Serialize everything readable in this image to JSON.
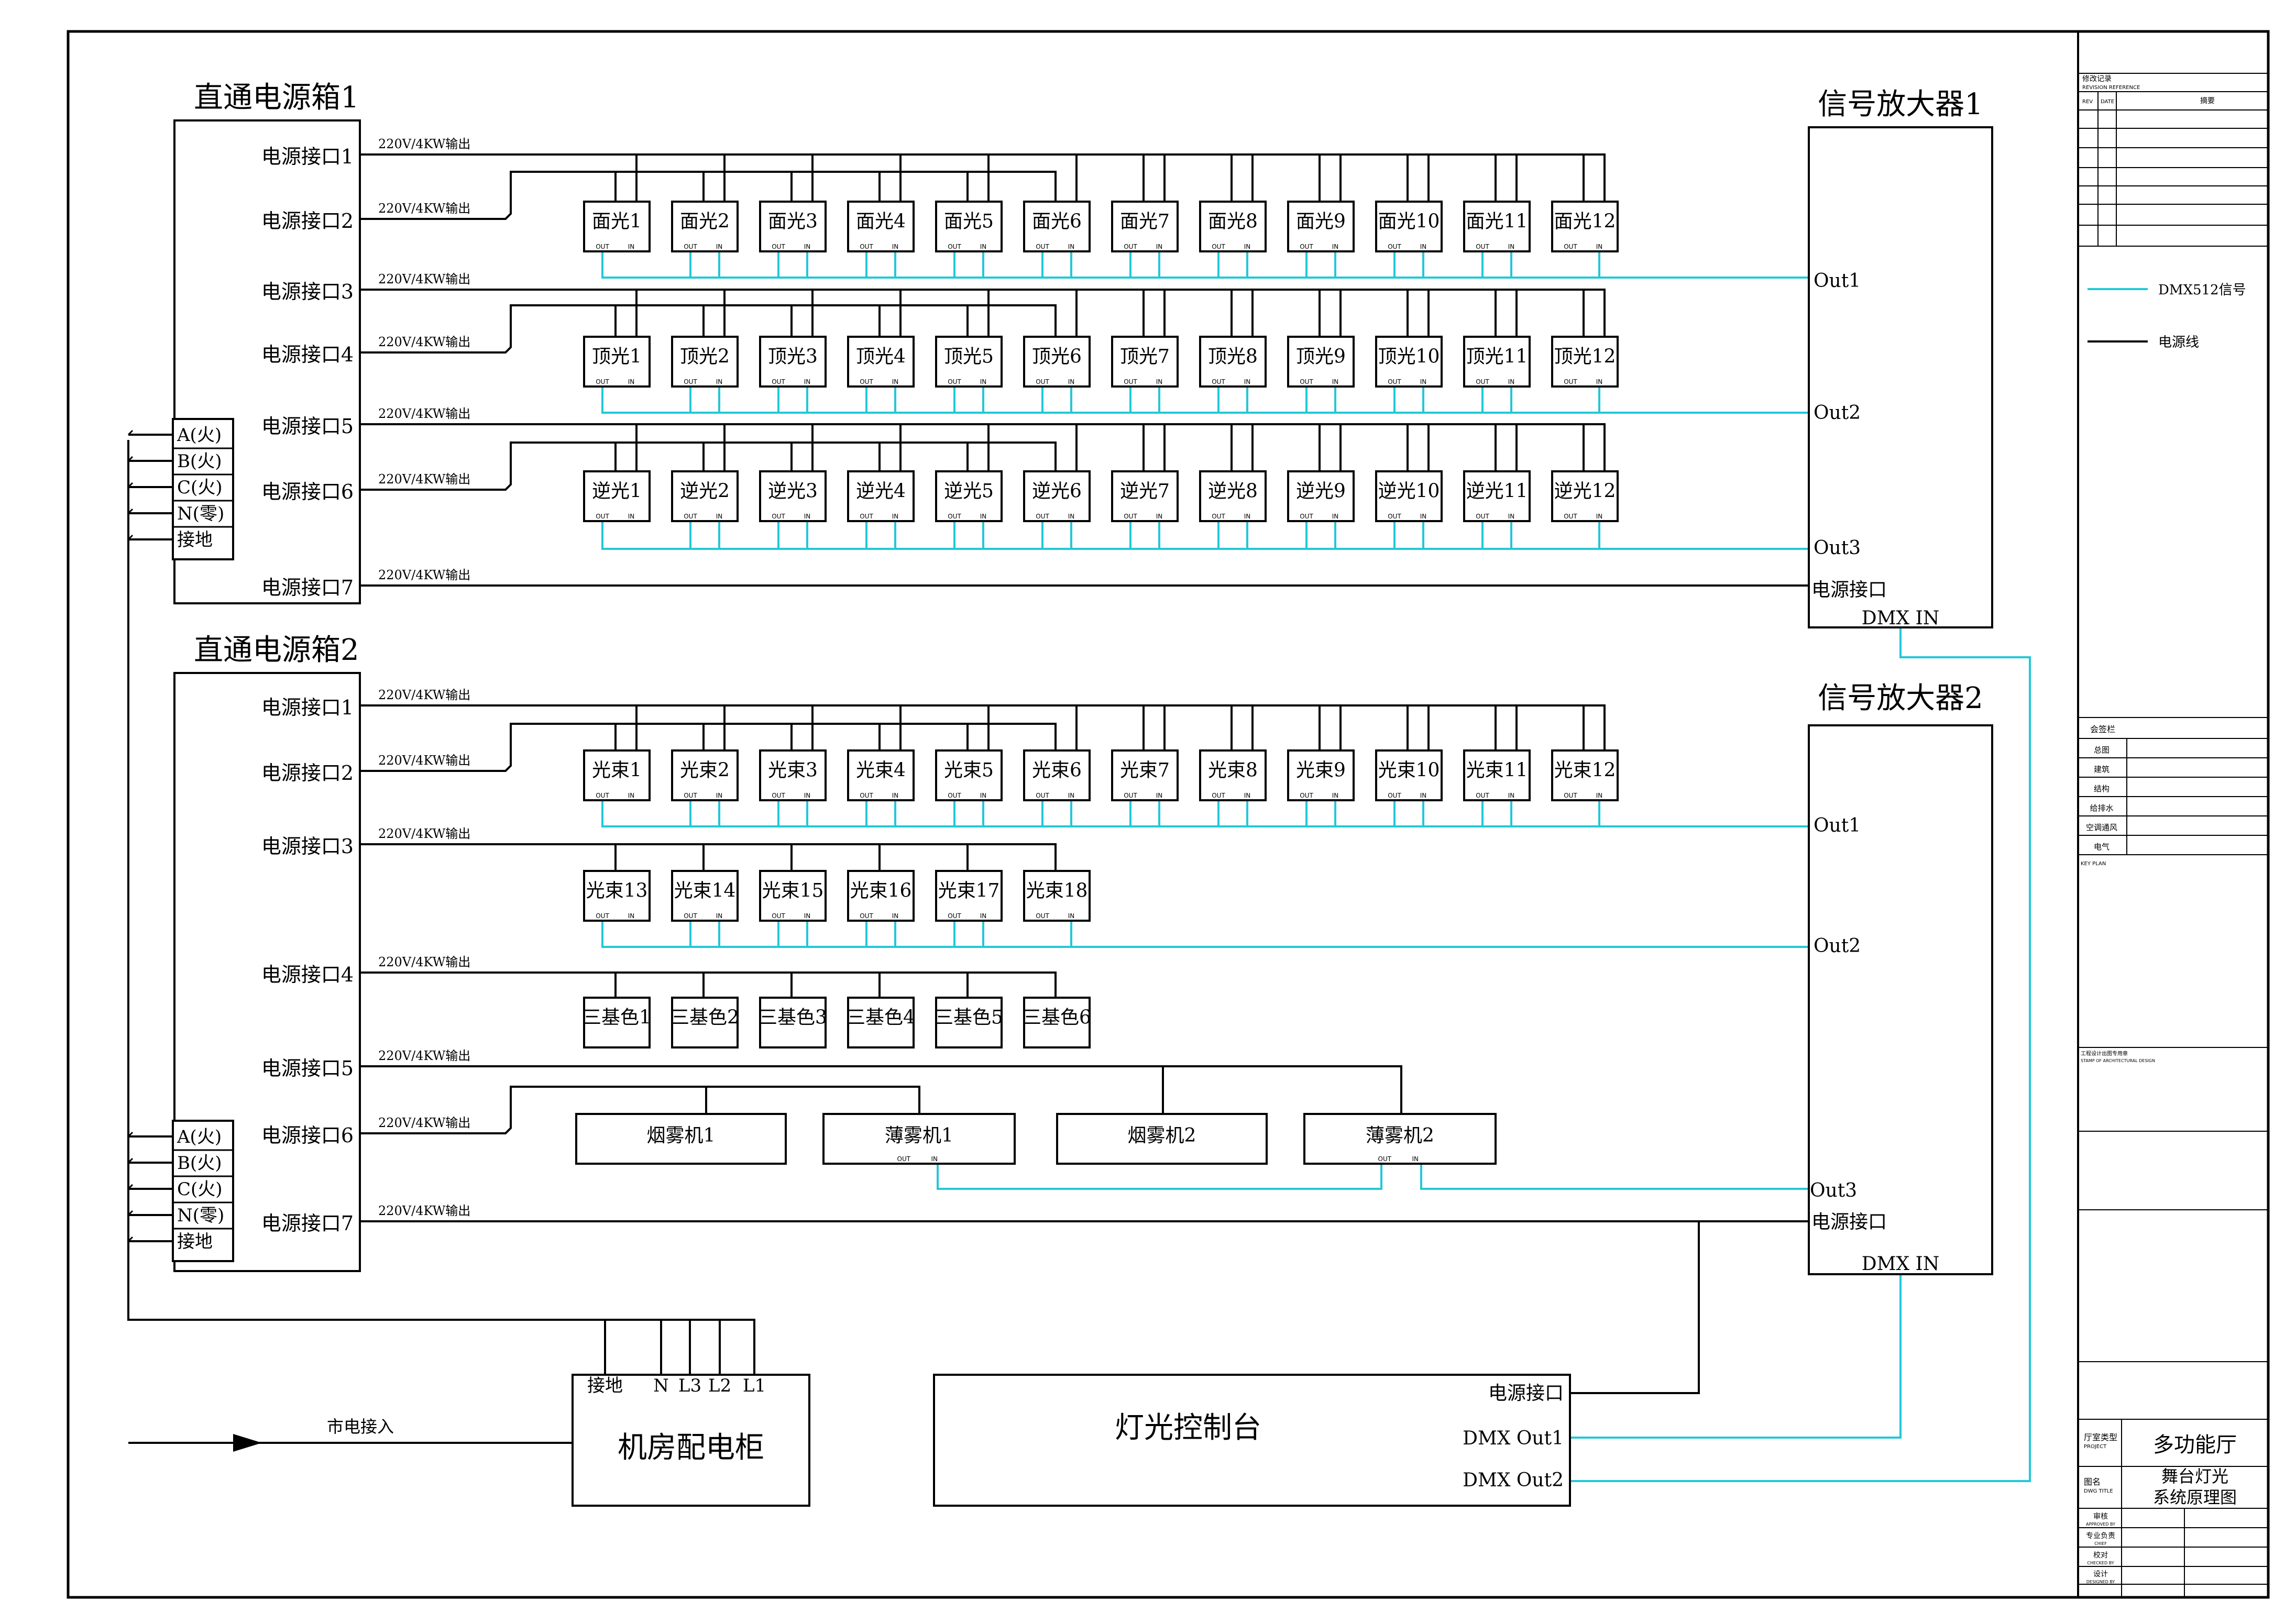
{
  "boxes": {
    "box1_title": "直通电源箱1",
    "box2_title": "直通电源箱2",
    "port_label": "电源接口",
    "output_label": "220V/4KW输出",
    "terminals": [
      "A(火)",
      "B(火)",
      "C(火)",
      "N(零)",
      "接地"
    ]
  },
  "amps": {
    "amp1_title": "信号放大器1",
    "amp2_title": "信号放大器2",
    "out1": "Out1",
    "out2": "Out2",
    "out3": "Out3",
    "power_port": "电源接口",
    "dmx_in": "DMX IN"
  },
  "fixtures": {
    "face": "面光",
    "top": "顶光",
    "back": "逆光",
    "beam": "光束",
    "rgb": "三基色",
    "smoke": "烟雾机",
    "haze": "薄雾机",
    "out": "OUT",
    "in": "IN"
  },
  "cabinet": {
    "title": "机房配电柜",
    "terminals": [
      "接地",
      "N",
      "L3",
      "L2",
      "L1"
    ],
    "mains": "市电接入"
  },
  "console": {
    "title": "灯光控制台",
    "power_port": "电源接口",
    "dmx_out1": "DMX Out1",
    "dmx_out2": "DMX Out2"
  },
  "legend": {
    "dmx": "DMX512信号",
    "power": "电源线"
  },
  "title_block": {
    "revision": "修改记录",
    "revision_en": "REVISION REFERENCE",
    "rev": "REV",
    "date": "DATE",
    "remark": "摘要",
    "countersign": "会签栏",
    "disciplines": [
      "总图",
      "建筑",
      "结构",
      "给排水",
      "空调通风",
      "电气"
    ],
    "key_plan": "KEY PLAN",
    "stamp": "工程设计出图专用章",
    "stamp_en": "STAMP OF ARCHITECTURAL DESIGN",
    "project_label": "厅室类型",
    "project_label_en": "PROJECT",
    "project_name": "多功能厅",
    "drawing_label": "图名",
    "drawing_label_en": "DWG TITLE",
    "drawing_title_1": "舞台灯光",
    "drawing_title_2": "系统原理图",
    "approved": "审核",
    "approved_en": "APPROVED BY",
    "chief": "专业负责",
    "chief_en": "CHIEF",
    "checked": "校对",
    "checked_en": "CHECKED BY",
    "designed": "设计",
    "designed_en": "DESIGNED BY"
  },
  "colors": {
    "dmx": "#22c8d8",
    "power": "#000000",
    "title_red": "#d2322d"
  }
}
